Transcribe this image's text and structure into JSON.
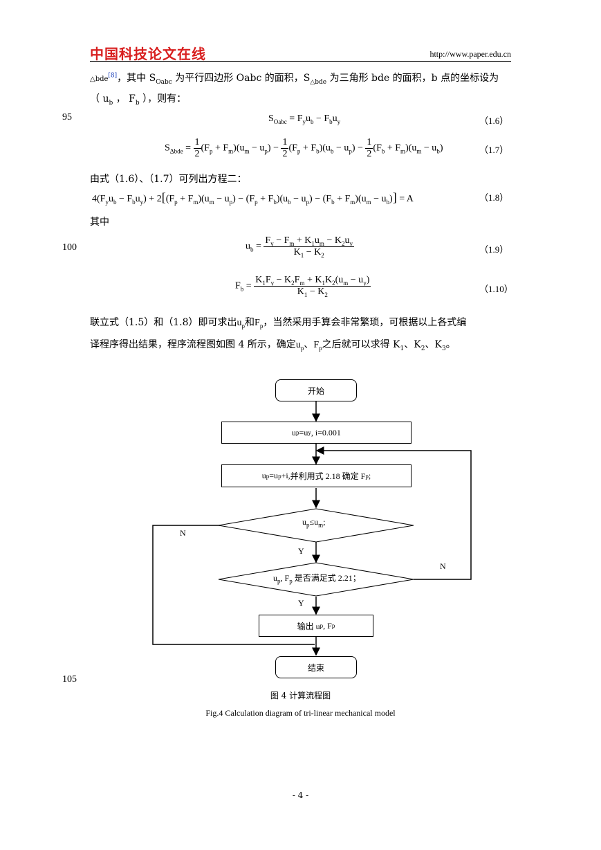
{
  "header": {
    "logo_text": "中国科技论文在线",
    "url": "http://www.paper.edu.cn"
  },
  "intro": {
    "pre": "△bde",
    "cite": "[8]",
    "text1": "，其中 S",
    "sub1": "Oabc",
    "text2": " 为平行四边形 Oabc 的面积，S",
    "sub2": "△bde",
    "text3": " 为三角形 bde 的面积，b 点的坐标设为",
    "line2": "（ u",
    "line2_sub": "b",
    "line2_mid": " ， F",
    "line2_sub2": "b",
    "line2_end": " ），则有："
  },
  "line_numbers": {
    "n95": "95",
    "n100": "100",
    "n105": "105"
  },
  "equations": {
    "eq16_no": "（1.6）",
    "eq17_no": "（1.7）",
    "eq18_no": "（1.8）",
    "eq19_no": "（1.9）",
    "eq110_no": "（1.10）"
  },
  "text": {
    "derive": "由式（1.6）、（1.7）可列出方程二：",
    "where": "其中",
    "conclusion_a": "联立式（1.5）和（1.8）即可求出",
    "conclusion_b": "，当然采用手算会非常繁琐，可根据以上各式编",
    "conclusion_c": "译程序得出结果，程序流程图如图 4 所示，确定",
    "conclusion_d": "之后就可以求得 K",
    "conclusion_e": "。"
  },
  "flowchart": {
    "start": "开始",
    "init": "u",
    "step": "并利用式 2.18 确定 F",
    "cond1": "≤u",
    "cond2": "是否满足式 2.21；",
    "output": "输出 u",
    "end": "结束",
    "yes1": "Y",
    "yes2": "Y",
    "no1": "N",
    "no2": "N"
  },
  "figure": {
    "caption_cn": "图 4  计算流程图",
    "caption_en": "Fig.4 Calculation diagram of tri-linear mechanical model"
  },
  "footer": {
    "page": "- 4 -"
  }
}
